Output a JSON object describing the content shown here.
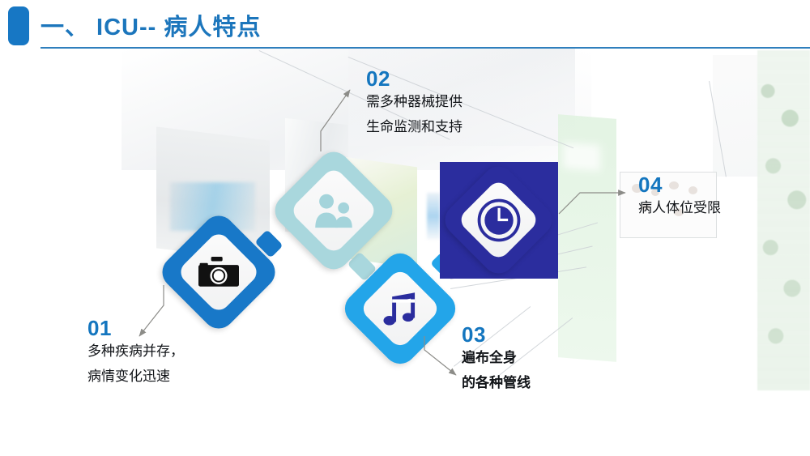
{
  "header": {
    "title": "一、 ICU-- 病人特点",
    "accent_color": "#1c76bc",
    "bar_color": "#1777c4",
    "rule_color": "#2f7fbd"
  },
  "nodes": [
    {
      "id": "01",
      "icon": "camera-icon",
      "shape": "diamond",
      "color": "#1878c8",
      "icon_color": "#111111"
    },
    {
      "id": "02",
      "icon": "people-icon",
      "shape": "diamond",
      "color": "#a9d7dd",
      "icon_color": "#a4d4db"
    },
    {
      "id": "03",
      "icon": "music-note-icon",
      "shape": "diamond",
      "color": "#23a5e9",
      "icon_color": "#2b2d9e"
    },
    {
      "id": "04",
      "icon": "clock-icon",
      "shape": "square-with-diamond",
      "color": "#2b2d9e",
      "icon_color": "#2b2d9e"
    }
  ],
  "labels": [
    {
      "number": "01",
      "lines": [
        "多种疾病并存，",
        "病情变化迅速"
      ],
      "bold": false
    },
    {
      "number": "02",
      "lines": [
        "需多种器械提供",
        "生命监测和支持"
      ],
      "bold": false
    },
    {
      "number": "03",
      "lines": [
        "遍布全身",
        "的各种管线"
      ],
      "bold": true
    },
    {
      "number": "04",
      "lines": [
        "病人体位受限"
      ],
      "bold": false
    }
  ],
  "colors": {
    "number_blue": "#1476bf",
    "text_black": "#111418",
    "arrow_gray": "#8c8c88",
    "background": "#ffffff"
  }
}
